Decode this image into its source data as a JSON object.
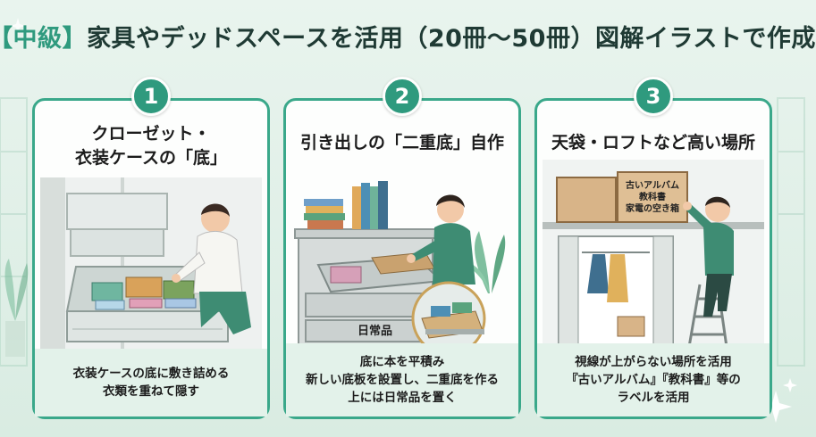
{
  "title": {
    "level": "【中級】",
    "main": "家具やデッドスペースを活用（20冊〜50冊）図解イラストで作成"
  },
  "colors": {
    "accent": "#2f9a7e",
    "card_border": "#3aa88a",
    "caption_bg": "#e3f2ea",
    "background": "#e9f4ee"
  },
  "cards": [
    {
      "number": "1",
      "heading_line1": "クローゼット・",
      "heading_line2": "衣装ケースの「底」",
      "caption_lines": [
        "衣装ケースの底に敷き詰める",
        "衣類を重ねて隠す"
      ]
    },
    {
      "number": "2",
      "heading_line1": "引き出しの「二重底」自作",
      "inset_label": "日常品",
      "caption_lines": [
        "底に本を平積み",
        "新しい底板を設置し、二重底を作る",
        "上には日常品を置く"
      ]
    },
    {
      "number": "3",
      "heading_line1": "天袋・ロフトなど高い場所",
      "box_label_lines": [
        "古いアルバム",
        "教科書",
        "家電の空き箱"
      ],
      "caption_lines": [
        "視線が上がらない場所を活用",
        "『古いアルバム』『教科書』等の",
        "ラベルを活用"
      ]
    }
  ],
  "icons": [
    "sparkle-icon",
    "plant-icon",
    "person-icon",
    "box-icon",
    "drawer-icon",
    "ladder-icon"
  ]
}
